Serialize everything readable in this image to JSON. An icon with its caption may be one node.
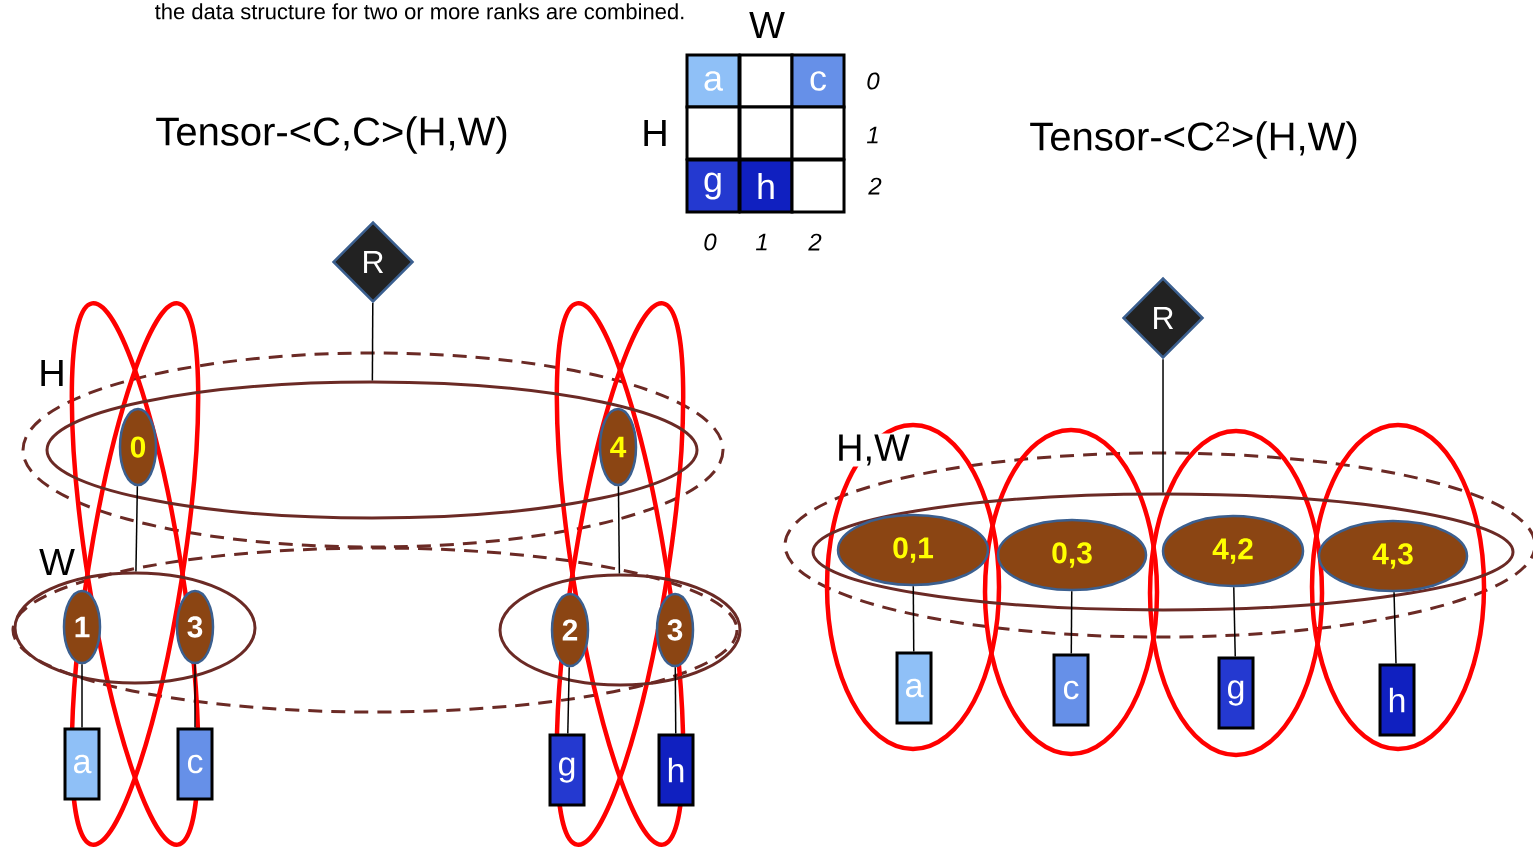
{
  "diagram": {
    "nodes": [
      {
        "text": [
          "R"
        ]
      },
      {
        "text": [],
        "shape": "ellipse",
        "beside": [
          "H"
        ]
      },
      {
        "text": [
          "0"
        ],
        "in": 1
      },
      {
        "text": [
          "4"
        ],
        "in": 1
      },
      {
        "text": [],
        "shape": "ellipse",
        "beside": [
          "W"
        ]
      },
      {
        "text": [],
        "shape": "ellipse"
      },
      {
        "text": [
          "1"
        ],
        "in": 4
      },
      {
        "text": [
          "3"
        ],
        "in": 4
      },
      {
        "text": [
          "2"
        ],
        "in": 5
      },
      {
        "text": [
          "3"
        ],
        "in": 5
      },
      {
        "text": [
          "a"
        ]
      },
      {
        "text": [
          "c"
        ]
      },
      {
        "text": [
          "g"
        ]
      },
      {
        "text": [
          "h"
        ]
      },
      {
        "text": [
          "R"
        ]
      },
      {
        "text": [],
        "shape": "ellipse",
        "beside": [
          "H,W"
        ]
      },
      {
        "text": [
          "0,1"
        ],
        "in": 15
      },
      {
        "text": [
          "0,3"
        ],
        "in": 15
      },
      {
        "text": [
          "4,2"
        ],
        "in": 15
      },
      {
        "text": [
          "4,3"
        ],
        "in": 15
      },
      {
        "text": [
          "a"
        ]
      },
      {
        "text": [
          "c"
        ]
      },
      {
        "text": [
          "g"
        ]
      },
      {
        "text": [
          "h"
        ]
      },
      {
        "text": [
          "a"
        ]
      },
      {
        "text": [],
        "shape": "box"
      },
      {
        "text": [
          "c"
        ]
      },
      {
        "text": [],
        "shape": "box"
      },
      {
        "text": [],
        "shape": "box"
      },
      {
        "text": [],
        "shape": "box"
      },
      {
        "text": [
          "g"
        ]
      },
      {
        "text": [
          "h"
        ]
      },
      {
        "text": [],
        "shape": "box"
      }
    ],
    "edges": [
      {
        "from": 0,
        "to": 1,
        "arrow": "none"
      },
      {
        "from": 2,
        "to": 4,
        "arrow": "none"
      },
      {
        "from": 3,
        "to": 5,
        "arrow": "none"
      },
      {
        "from": 6,
        "to": 10,
        "arrow": "none"
      },
      {
        "from": 7,
        "to": 11,
        "arrow": "none"
      },
      {
        "from": 8,
        "to": 12,
        "arrow": "none"
      },
      {
        "from": 9,
        "to": 13,
        "arrow": "none"
      },
      {
        "from": 14,
        "to": 15,
        "arrow": "none"
      },
      {
        "from": 16,
        "to": 20,
        "arrow": "none"
      },
      {
        "from": 17,
        "to": 21,
        "arrow": "none"
      },
      {
        "from": 18,
        "to": 22,
        "arrow": "none"
      },
      {
        "from": 19,
        "to": 23,
        "arrow": "none"
      }
    ],
    "labels": [
      "the data structure for two or more ranks are combined.",
      "W",
      "0",
      "Tensor-<C,C>(H,W)",
      "H",
      "1",
      "Tensor-<C$^{2}$>(H,W)",
      "2",
      "0",
      "1",
      "2"
    ]
  }
}
